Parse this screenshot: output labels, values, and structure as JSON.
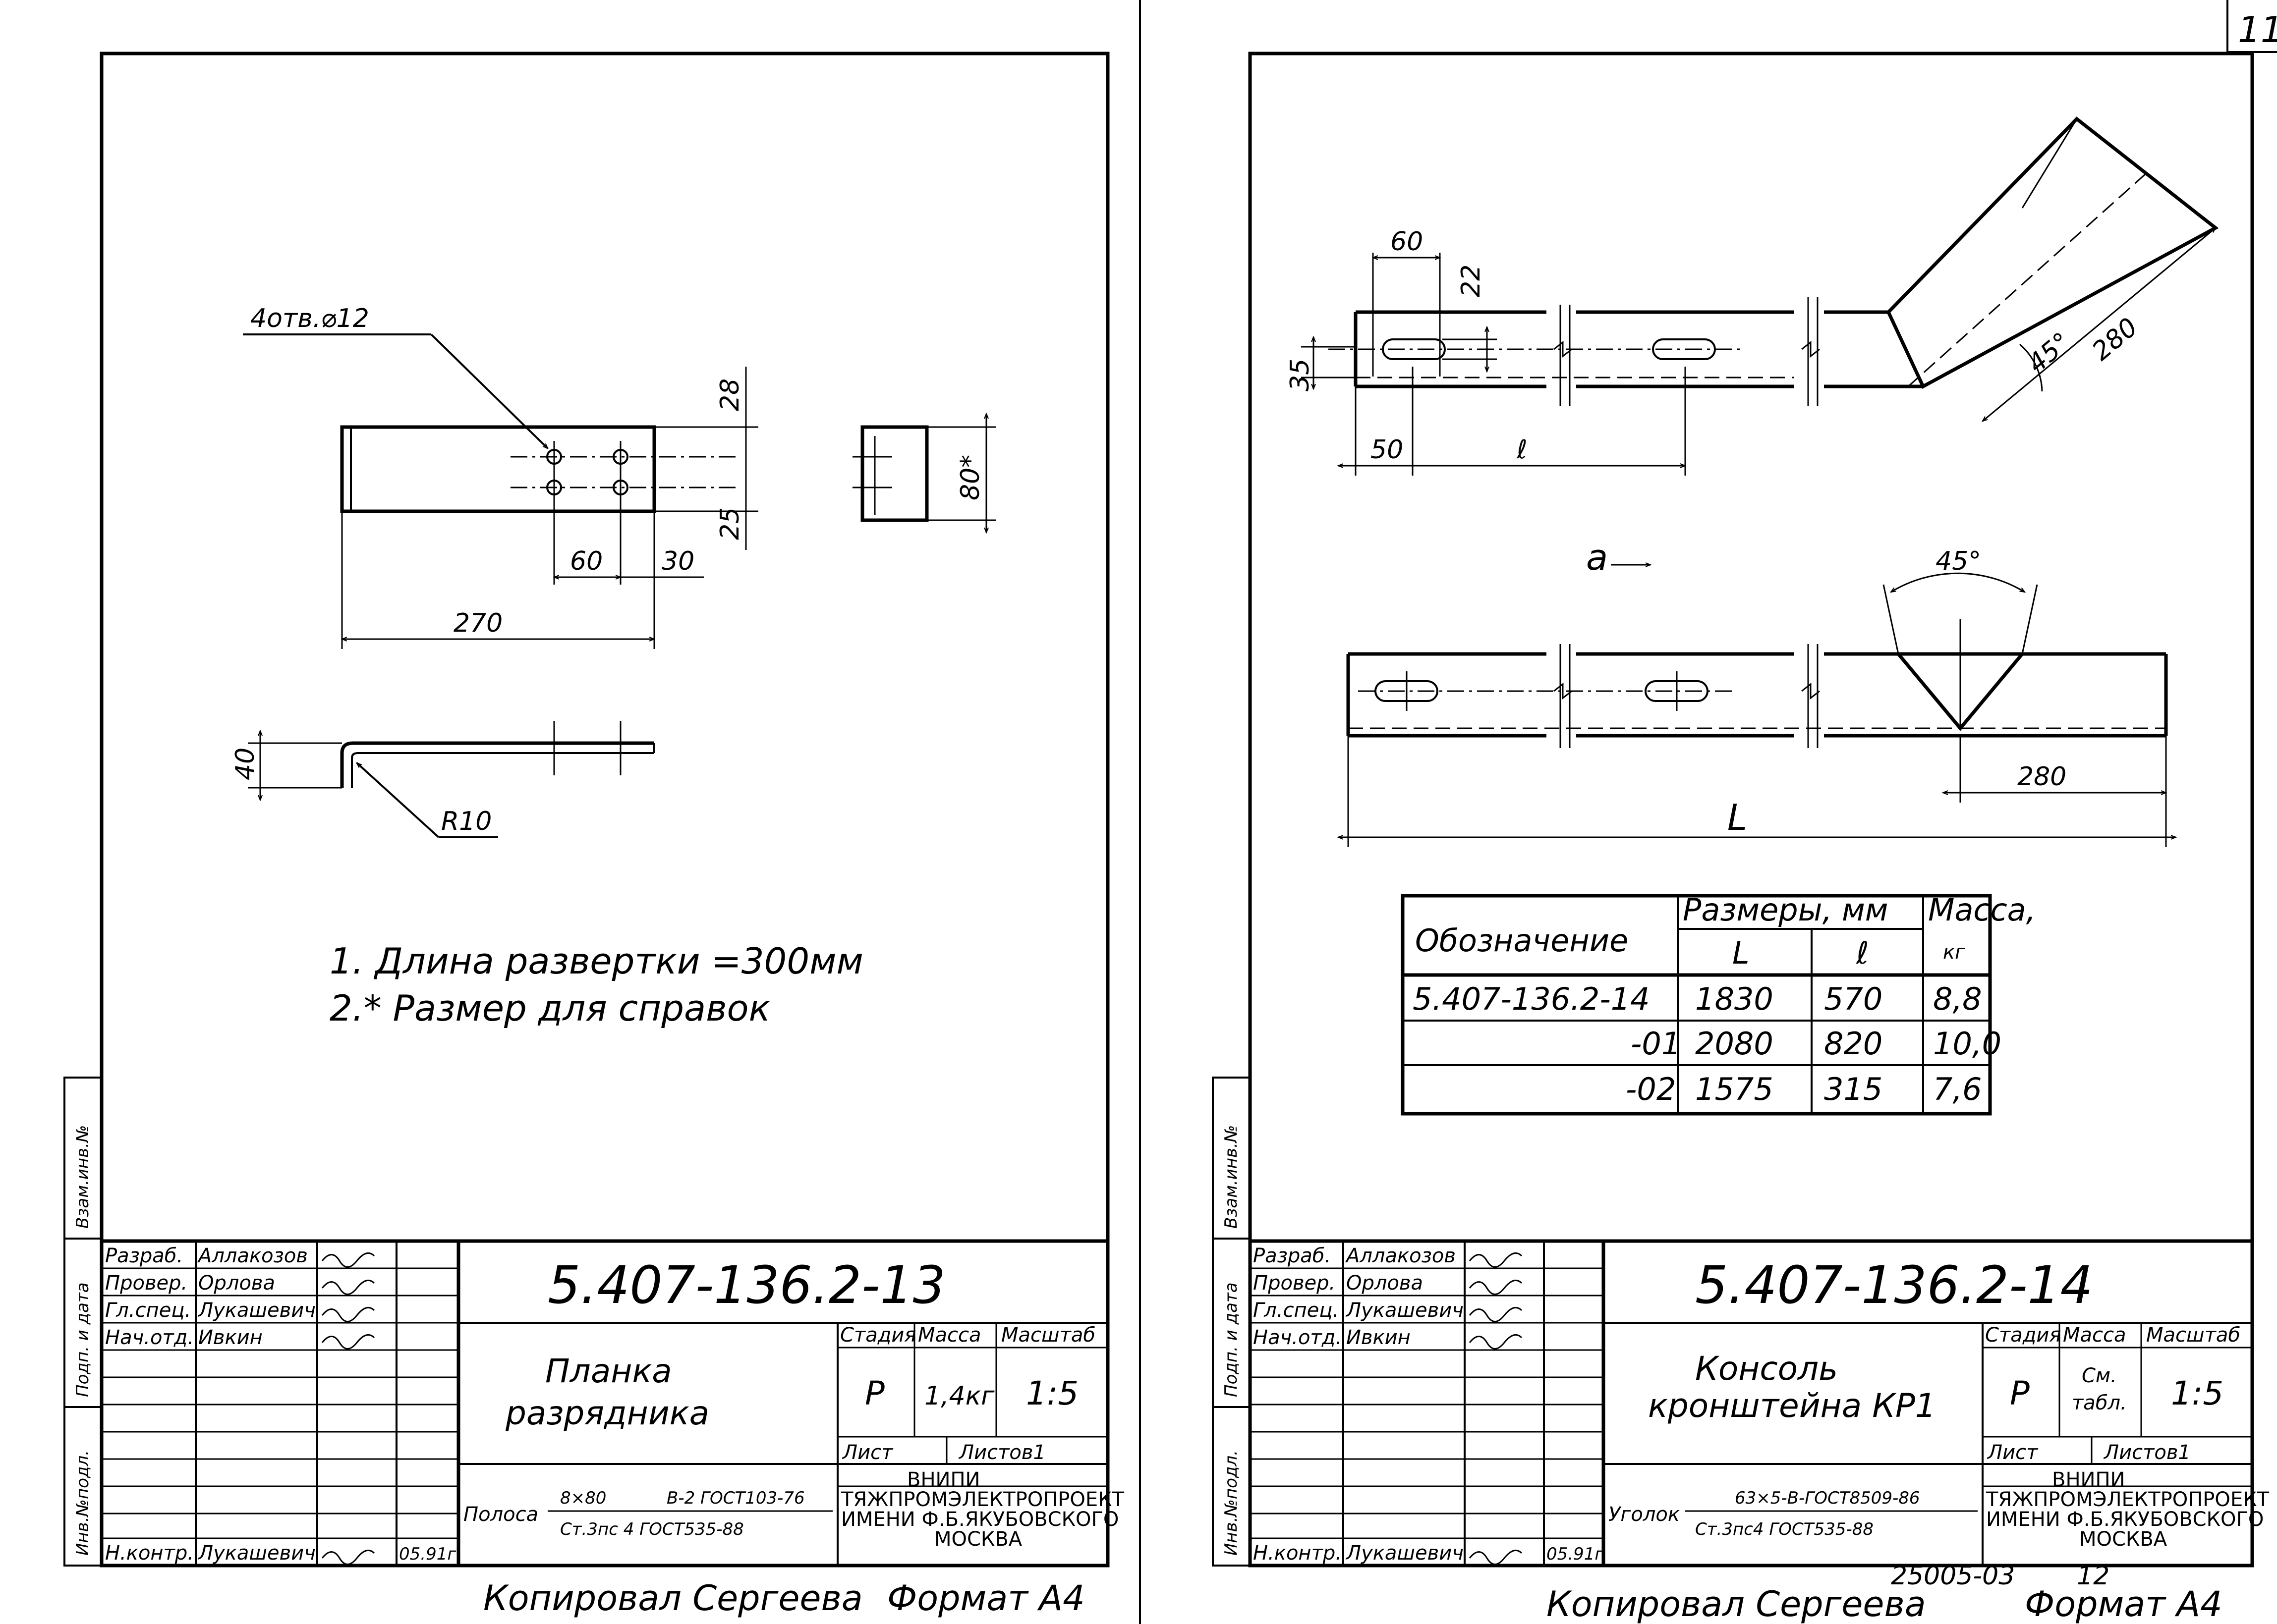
{
  "page_number": "11",
  "footer_center_code": "25005-03",
  "footer_center_num": "12",
  "left_sheet": {
    "hole_note": "4отв.⌀12",
    "dims": {
      "d270": "270",
      "d60": "60",
      "d30": "30",
      "d28": "28",
      "d25": "25",
      "d80": "80*",
      "d40": "40",
      "r10": "R10"
    },
    "notes": [
      "1. Длина развертки =300мм",
      "2.* Размер для справок"
    ],
    "title_block": {
      "doc_code": "5.407-136.2-13",
      "name_line1": "Планка",
      "name_line2": "разрядника",
      "col_stage": "Стадия",
      "col_mass": "Масса",
      "col_scale": "Масштаб",
      "stage": "Р",
      "mass": "1,4кг",
      "scale": "1:5",
      "sheet": "Лист",
      "sheets": "Листов1",
      "material_label": "Полоса",
      "material_top": "8×80",
      "material_top2": "В-2 ГОСТ103-76",
      "material_bottom": "Ст.3пс 4 ГОСТ535-88",
      "org_line1": "ВНИПИ",
      "org_line2": "ТЯЖПРОМЭЛЕКТРОПРОЕКТ",
      "org_line3": "ИМЕНИ Ф.Б.ЯКУБОВСКОГО",
      "org_line4": "МОСКВА",
      "signers": [
        {
          "role": "Разраб.",
          "name": "Аллакозов"
        },
        {
          "role": "Провер.",
          "name": "Орлова"
        },
        {
          "role": "Гл.спец.",
          "name": "Лукашевич"
        },
        {
          "role": "Нач.отд.",
          "name": "Ивкин"
        }
      ],
      "ncontr_role": "Н.контр.",
      "ncontr_name": "Лукашевич",
      "ncontr_date": "05.91г"
    },
    "side_labels": [
      "Инв.№подл.",
      "Подп. и дата",
      "Взам.инв.№"
    ],
    "copied": "Копировал Сергеева",
    "format": "Формат А4"
  },
  "right_sheet": {
    "dims": {
      "d60": "60",
      "d22": "22",
      "d35": "35",
      "d50": "50",
      "l_small": "ℓ",
      "d280_top": "280",
      "a45_top": "45°",
      "a45_mid": "45°",
      "d280_bottom": "280",
      "L": "L",
      "view_a": "а"
    },
    "table": {
      "h_designation": "Обозначение",
      "h_sizes": "Размеры, мм",
      "h_mass": "Масса,",
      "h_mass_unit": "кг",
      "h_L": "L",
      "h_l": "ℓ",
      "rows": [
        {
          "designation": "5.407-136.2-14",
          "L": "1830",
          "l": "570",
          "mass": "8,8"
        },
        {
          "designation": "-01",
          "L": "2080",
          "l": "820",
          "mass": "10,0"
        },
        {
          "designation": "-02",
          "L": "1575",
          "l": "315",
          "mass": "7,6"
        }
      ]
    },
    "title_block": {
      "doc_code": "5.407-136.2-14",
      "name_line1": "Консоль",
      "name_line2": "кронштейна КР1",
      "col_stage": "Стадия",
      "col_mass": "Масса",
      "col_scale": "Масштаб",
      "stage": "Р",
      "mass_line1": "См.",
      "mass_line2": "табл.",
      "scale": "1:5",
      "sheet": "Лист",
      "sheets": "Листов1",
      "material_label": "Уголок",
      "material_top": "63×5-В-ГОСТ8509-86",
      "material_bottom": "Ст.3пс4 ГОСТ535-88",
      "org_line1": "ВНИПИ",
      "org_line2": "ТЯЖПРОМЭЛЕКТРОПРОЕКТ",
      "org_line3": "ИМЕНИ Ф.Б.ЯКУБОВСКОГО",
      "org_line4": "МОСКВА",
      "signers": [
        {
          "role": "Разраб.",
          "name": "Аллакозов"
        },
        {
          "role": "Провер.",
          "name": "Орлова"
        },
        {
          "role": "Гл.спец.",
          "name": "Лукашевич"
        },
        {
          "role": "Нач.отд.",
          "name": "Ивкин"
        }
      ],
      "ncontr_role": "Н.контр.",
      "ncontr_name": "Лукашевич",
      "ncontr_date": "05.91г"
    },
    "side_labels": [
      "Инв.№подл.",
      "Подп. и дата",
      "Взам.инв.№"
    ],
    "copied": "Копировал Сергеева",
    "format": "Формат А4"
  }
}
